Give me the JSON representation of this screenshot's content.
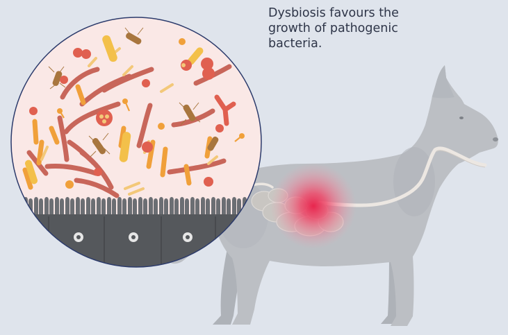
{
  "caption": {
    "line1": "Dysbiosis favours the",
    "line2": "growth of pathogenic",
    "line3": "bacteria."
  },
  "colors": {
    "background": "#dfe4ec",
    "dog": "#bcbfc4",
    "dog_shadow": "#a9adb3",
    "magnifier_fill": "#fae8e6",
    "magnifier_border": "#2b3a6b",
    "villi": "#6b6e73",
    "cells": "#55585c",
    "inflammation": "#e8264e",
    "gut_tube": "#ece7e2",
    "bacteria_orange": "#f0a03a",
    "bacteria_red": "#e06050",
    "bacteria_rod": "#c8665a",
    "bacteria_brown": "#a8763e",
    "bacteria_pale": "#f3c879"
  },
  "illustration": {
    "subject": "dog-silhouette",
    "magnified_view": "gut-microbiota-closeup",
    "highlight": "inflamed-intestine"
  }
}
